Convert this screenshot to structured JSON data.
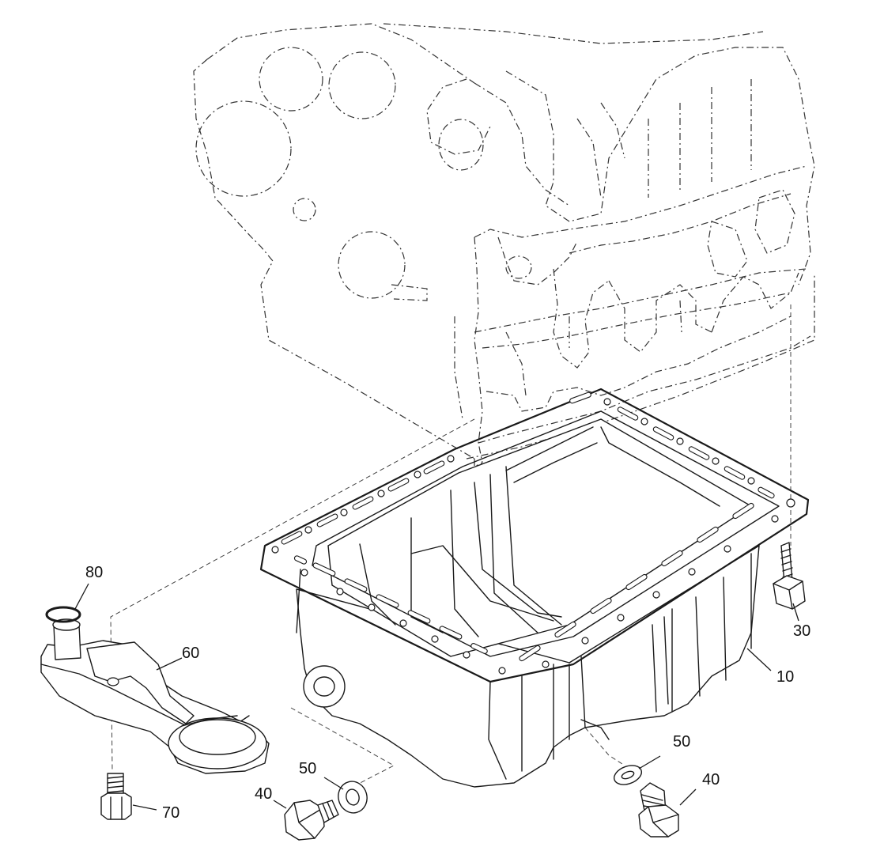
{
  "callouts": [
    {
      "id": "c10",
      "label": "10",
      "part": "oil-pan"
    },
    {
      "id": "c30",
      "label": "30",
      "part": "stud-bolt"
    },
    {
      "id": "c40a",
      "label": "40",
      "part": "drain-plug-left"
    },
    {
      "id": "c40b",
      "label": "40",
      "part": "drain-plug-right"
    },
    {
      "id": "c50a",
      "label": "50",
      "part": "washer-left"
    },
    {
      "id": "c50b",
      "label": "50",
      "part": "washer-right"
    },
    {
      "id": "c60",
      "label": "60",
      "part": "oil-strainer"
    },
    {
      "id": "c70",
      "label": "70",
      "part": "strainer-bolt"
    },
    {
      "id": "c80",
      "label": "80",
      "part": "o-ring"
    }
  ]
}
